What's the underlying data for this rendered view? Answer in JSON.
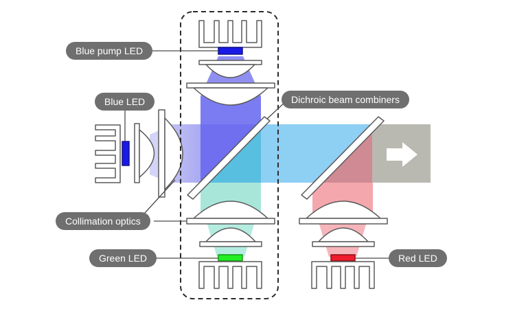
{
  "labels": {
    "blue_pump_led": "Blue pump LED",
    "blue_led": "Blue LED",
    "dichroic_beam_combiners": "Dichroic beam combiners",
    "collimation_optics": "Collimation optics",
    "green_led": "Green LED",
    "red_led": "Red LED"
  },
  "colors": {
    "blue_led": "#1a1ae6",
    "green_led": "#22ee22",
    "red_led": "#ee1c2c",
    "blue_beam": "#7c7cf2",
    "green_beam": "#a9e6da",
    "red_beam": "#f4a7ad",
    "combined_beam": "#8ecff4",
    "output_beam": "#b9b9b1",
    "callout_bg": "#6f6f6f"
  },
  "icons": {
    "output_arrow": "arrow-right-icon"
  }
}
